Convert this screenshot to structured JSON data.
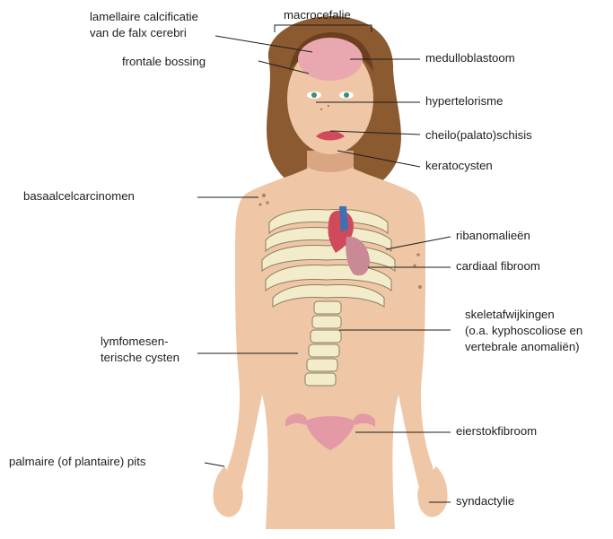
{
  "colors": {
    "skin": "#efc6a6",
    "skin_shadow": "#d9a583",
    "hair": "#8b5a31",
    "hair_dark": "#6b4021",
    "brain": "#e9a8b0",
    "bone": "#f3eccb",
    "bone_outline": "#8a8060",
    "heart_red": "#cf4a5a",
    "heart_blue": "#3f6fb5",
    "lung": "#c98a96",
    "uterus": "#e49aa6",
    "spots": "#b98062",
    "text": "#1d1d1d"
  },
  "labels": {
    "macrocefalie": "macrocefalie",
    "falx_line1": "lamellaire calcificatie",
    "falx_line2": "van de falx cerebri",
    "frontale_bossing": "frontale bossing",
    "medulloblastoom": "medulloblastoom",
    "hypertelorisme": "hypertelorisme",
    "cheilo": "cheilo(palato)schisis",
    "keratocysten": "keratocysten",
    "basaalcel": "basaalcelcarcinomen",
    "ribanomalieen": "ribanomalieën",
    "cardiaal": "cardiaal fibroom",
    "skelet_line1": "skeletafwijkingen",
    "skelet_line2": "(o.a. kyphoscoliose en",
    "skelet_line3": "vertebrale anomaliën)",
    "lymfo_line1": "lymfomesen-",
    "lymfo_line2": "terische cysten",
    "eierstok": "eierstokfibroom",
    "palmaire": "palmaire (of plantaire) pits",
    "syndactylie": "syndactylie"
  }
}
